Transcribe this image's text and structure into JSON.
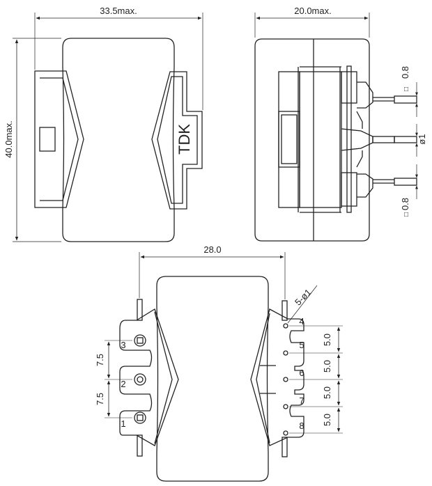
{
  "front_view": {
    "width_dim": "33.5max.",
    "height_dim": "40.0max.",
    "logo": "TDK"
  },
  "side_view": {
    "width_dim": "20.0max.",
    "pin_square_top": "0.8",
    "pin_square_bottom": "0.8",
    "pin_round": "ø1",
    "square_symbol": "□"
  },
  "bottom_view": {
    "width_dim": "28.0",
    "hole_callout": "5-ø1",
    "pitch_left": [
      "7.5",
      "7.5"
    ],
    "pitch_right": [
      "5.0",
      "5.0",
      "5.0",
      "5.0"
    ],
    "pins_left": [
      "3",
      "2",
      "1"
    ],
    "pins_right": [
      "4",
      "5",
      "6",
      "7",
      "8"
    ]
  },
  "colors": {
    "stroke": "#222222",
    "fill": "#ffffff"
  }
}
